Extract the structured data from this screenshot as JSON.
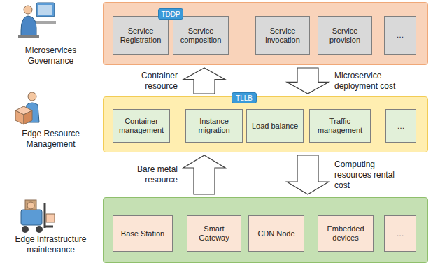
{
  "diagram": {
    "nodes": [
      {
        "text": [
          "Microservices Governance"
        ]
      },
      {
        "text": [
          "Service Registration"
        ],
        "in": 0
      },
      {
        "text": [
          "Service composition"
        ],
        "in": 0
      },
      {
        "text": [
          "Service invocation"
        ],
        "in": 0
      },
      {
        "text": [
          "Service provision"
        ],
        "in": 0
      },
      {
        "text": [
          "…"
        ],
        "in": 0
      },
      {
        "text": [
          "TDDP"
        ],
        "in": 0
      },
      {
        "text": [
          "Edge Resource Management"
        ]
      },
      {
        "text": [
          "Container management"
        ],
        "in": 7
      },
      {
        "text": [
          "Instance migration"
        ],
        "in": 7
      },
      {
        "text": [
          "Load balance"
        ],
        "in": 7
      },
      {
        "text": [
          "Traffic management"
        ],
        "in": 7
      },
      {
        "text": [
          "…"
        ],
        "in": 7
      },
      {
        "text": [
          "TLLB"
        ],
        "in": 7
      },
      {
        "text": [
          "Edge Infrastructure maintenance"
        ]
      },
      {
        "text": [
          "Base Station"
        ],
        "in": 14
      },
      {
        "text": [
          "Smart Gateway"
        ],
        "in": 14
      },
      {
        "text": [
          "CDN Node"
        ],
        "in": 14
      },
      {
        "text": [
          "Embedded devices"
        ],
        "in": 14
      },
      {
        "text": [
          "…"
        ],
        "in": 14
      }
    ],
    "edges": [
      {
        "from": 7,
        "to": 0,
        "label": "Container resource",
        "arrow": "to"
      },
      {
        "from": 0,
        "to": 7,
        "label": "Microservice deployment cost",
        "arrow": "to"
      },
      {
        "from": 14,
        "to": 7,
        "label": "Bare metal resource",
        "arrow": "to"
      },
      {
        "from": 7,
        "to": 14,
        "label": "Computing resources rental cost",
        "arrow": "to"
      }
    ]
  }
}
